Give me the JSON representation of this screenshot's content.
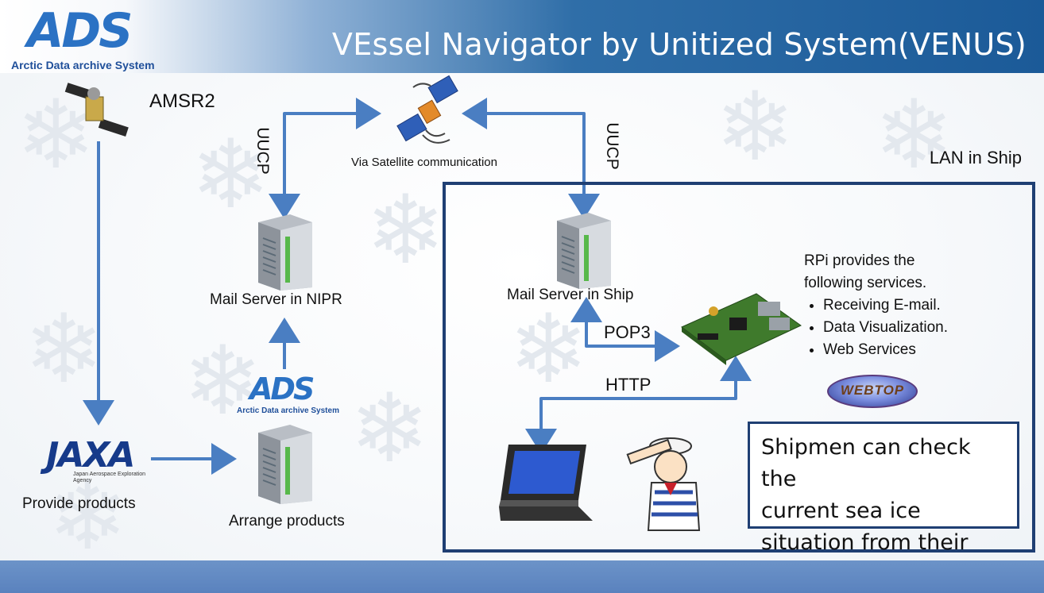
{
  "header": {
    "title": "VEssel Navigator by Unitized System(VENUS)",
    "logo_text": "ADS",
    "logo_caption": "Arctic Data archive System"
  },
  "nodes": {
    "satellite_label": "AMSR2",
    "comm_satellite_label": "Via Satellite communication",
    "mail_server_nipr": "Mail Server in NIPR",
    "mail_server_ship": "Mail Server in Ship",
    "jaxa_logo_text": "JAXA",
    "jaxa_caption": "Japan Aerospace Exploration Agency",
    "provide_products": "Provide products",
    "ads_logo_text": "ADS",
    "ads_caption": "Arctic Data archive System",
    "arrange_products": "Arrange products"
  },
  "links": {
    "uucp_left": "UUCP",
    "uucp_right": "UUCP",
    "pop3": "POP3",
    "http": "HTTP"
  },
  "lan": {
    "label": "LAN in Ship"
  },
  "rpi": {
    "intro_line1": "RPi provides the",
    "intro_line2": "following services.",
    "services": [
      "Receiving E-mail.",
      "Data Visualization.",
      "Web Services"
    ],
    "webtop_logo": "WEBTOP"
  },
  "callout": {
    "line1": "Shipmen can check the",
    "line2": "current sea ice",
    "line3": "situation from their PC."
  },
  "colors": {
    "arrow": "#4a7ec2",
    "frame": "#1f3f73",
    "title_bar_dark": "#1b5a98",
    "bottom_bar": "#5f87c2"
  }
}
